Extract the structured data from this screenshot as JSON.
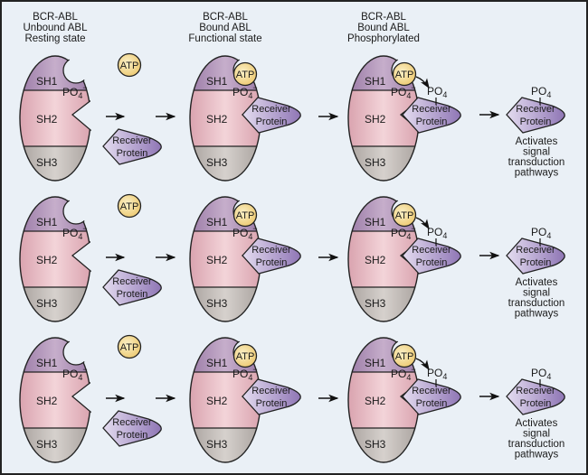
{
  "columns": [
    {
      "lines": [
        "BCR-ABL",
        "Unbound ABL",
        "Resting state"
      ]
    },
    {
      "lines": [
        "BCR-ABL",
        "Bound ABL",
        "Functional state"
      ]
    },
    {
      "lines": [
        "BCR-ABL",
        "Bound ABL",
        "Phosphorylated"
      ]
    }
  ],
  "labels": {
    "sh1": "SH1",
    "sh2": "SH2",
    "sh3": "SH3",
    "atp": "ATP",
    "po": "PO",
    "sub": "4",
    "sup": "−",
    "receiver_line1": "Receiver",
    "receiver_line2": "Protein"
  },
  "outcome": [
    "Activates",
    "signal",
    "transduction",
    "pathways"
  ],
  "rows": 3,
  "colors": {
    "background": "#eaf0f6",
    "sh1": "#a98db3",
    "sh2": "#e9bec6",
    "sh3": "#bdb7b3",
    "atp": "#f4dd95",
    "receiver": "#b8a4d2",
    "border": "#222222"
  }
}
